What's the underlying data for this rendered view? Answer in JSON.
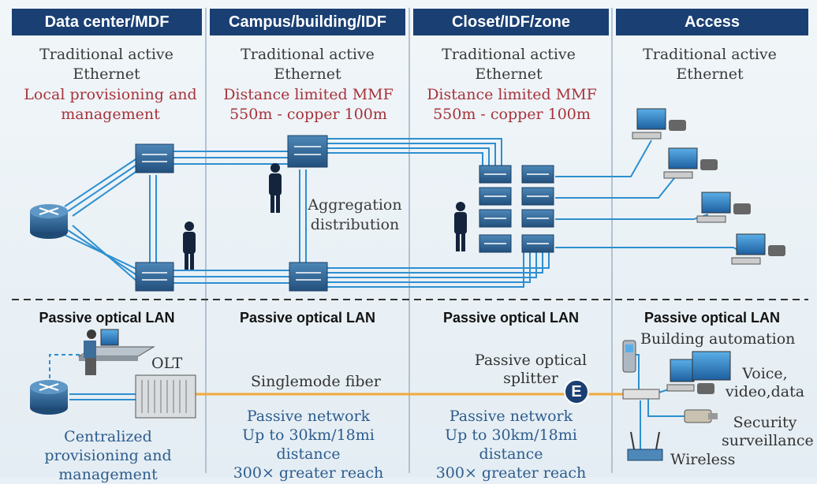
{
  "headers": [
    "Data center/MDF",
    "Campus/building/IDF",
    "Closet/IDF/zone",
    "Access"
  ],
  "traditional": {
    "col1": "Traditional active Ethernet",
    "col2": "Traditional active Ethernet",
    "col3": "Traditional active Ethernet",
    "col4": "Traditional active Ethernet"
  },
  "red_notes": {
    "col1": "Local provisioning and management",
    "col2": "Distance limited MMF 550m - copper 100m",
    "col3": "Distance limited MMF 550m - copper 100m"
  },
  "aggregation": "Aggregation distribution",
  "pol_titles": [
    "Passive optical LAN",
    "Passive optical LAN",
    "Passive optical LAN",
    "Passive optical LAN"
  ],
  "olt": "OLT",
  "singlemode": "Singlemode fiber",
  "splitter": "Passive optical splitter",
  "centralized": "Centralized provisioning and management",
  "passive_net": {
    "col2": [
      "Passive network",
      "Up to 30km/18mi distance",
      "300× greater reach"
    ],
    "col3": [
      "Passive network",
      "Up to 30km/18mi distance",
      "300× greater reach"
    ]
  },
  "access_labels": {
    "building": "Building automation",
    "voice": "Voice, video,data",
    "security": "Security surveillance",
    "wireless": "Wireless"
  },
  "splitter_letter": "E",
  "colors": {
    "header_bg": "#1a3f73",
    "red_text": "#a8323a",
    "blue_text": "#2d5c8e",
    "fiber_orange": "#f2a93b",
    "cable_blue": "#2e8fd0"
  }
}
